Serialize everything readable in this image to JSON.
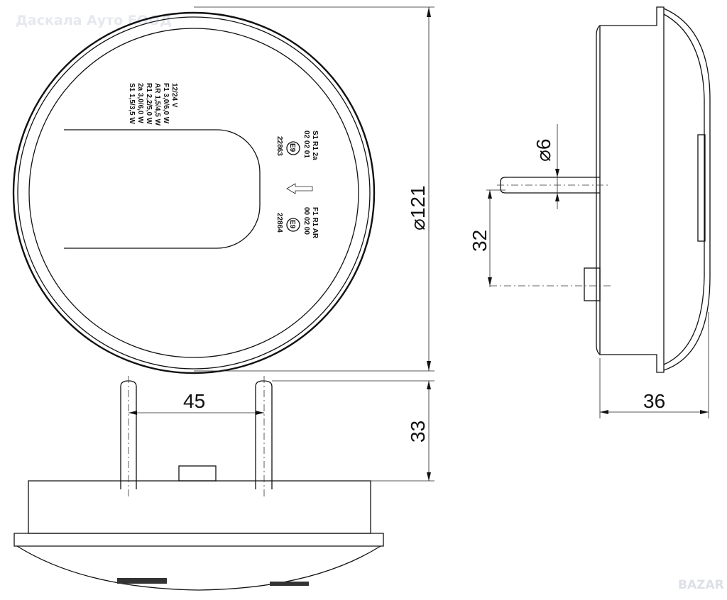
{
  "watermark": "Даскала Ауто ЕООД",
  "logo": "BAZAR",
  "dimensions": {
    "diameter": "⌀121",
    "pin_diameter": "⌀6",
    "pin_offset": "32",
    "pin_spacing": "45",
    "pin_length": "33",
    "depth": "36"
  },
  "ratings": {
    "voltage": "12/24 V",
    "lines": [
      "F1  3,0/6,0 W",
      "AR  1,5/4,5 W",
      "R1  2,2/5,0 W",
      "2a  3,0/6,0 W",
      "S1  1,5/3,5 W"
    ]
  },
  "approvals": [
    {
      "functions": "S1  R1  2a",
      "codes": "02  02  01",
      "mark": "E9",
      "number": "22863"
    },
    {
      "functions": "F1  R1  AR",
      "codes": "00  02  00",
      "mark": "E9",
      "number": "22864"
    }
  ]
}
